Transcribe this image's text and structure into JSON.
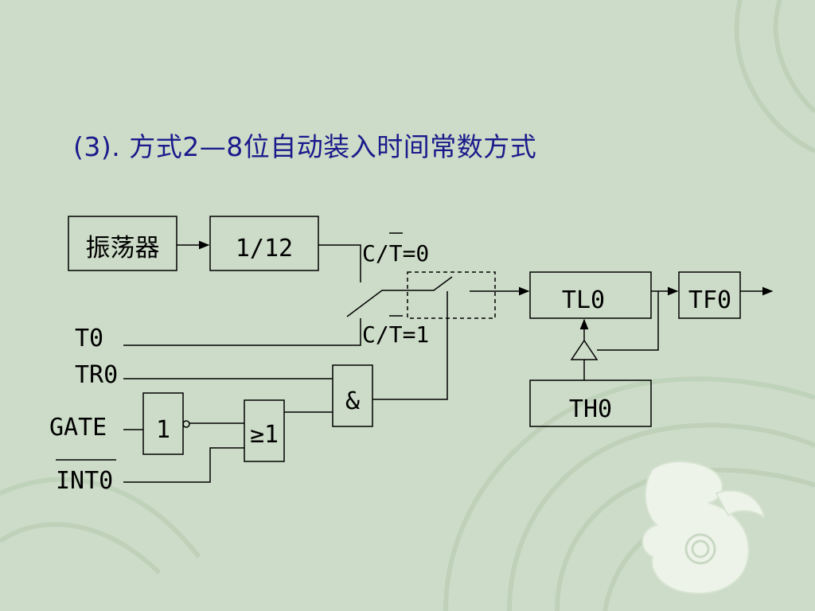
{
  "title": "(3). 方式2—8位自动装入时间常数方式",
  "diagram": {
    "oscillator": "振荡器",
    "divider": "1/12",
    "ct0": "C/T=0",
    "ct1": "C/T=1",
    "t0": "T0",
    "tr0": "TR0",
    "gate": "GATE",
    "int0": "INT0",
    "not_gate": "1",
    "or_gate": "≥1",
    "and_gate": "&",
    "tl0": "TL0",
    "tf0": "TF0",
    "th0": "TH0"
  }
}
